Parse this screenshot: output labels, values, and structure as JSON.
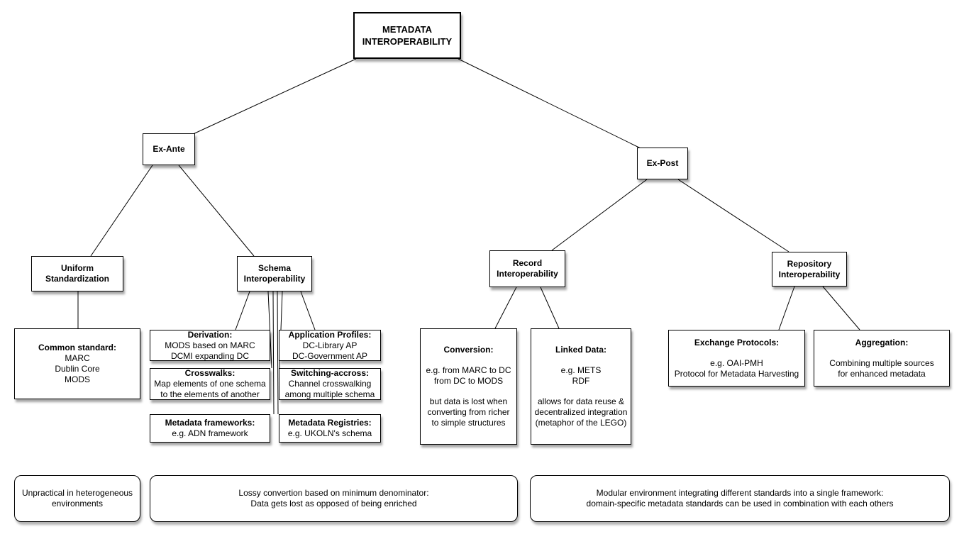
{
  "colors": {
    "line": "#000000",
    "box_fill": "#ffffff",
    "text": "#000000"
  },
  "nodes": {
    "root": {
      "lines": [
        "METADATA",
        "INTEROPERABILITY"
      ]
    },
    "ex_ante": {
      "lines": [
        "Ex-Ante"
      ]
    },
    "ex_post": {
      "lines": [
        "Ex-Post"
      ]
    },
    "uniform_standardization": {
      "lines": [
        "Uniform",
        "Standardization"
      ]
    },
    "schema_interoperability": {
      "lines": [
        "Schema",
        "Interoperability"
      ]
    },
    "record_interoperability": {
      "lines": [
        "Record",
        "Interoperability"
      ]
    },
    "repository_interoperability": {
      "lines": [
        "Repository",
        "Interoperability"
      ]
    },
    "common_standard": {
      "heading": "Common standard:",
      "body": [
        "MARC",
        "Dublin Core",
        "MODS"
      ]
    },
    "derivation": {
      "heading": "Derivation:",
      "body": [
        "MODS based on MARC",
        "DCMI expanding DC"
      ]
    },
    "application_profiles": {
      "heading": "Application Profiles:",
      "body": [
        "DC-Library AP",
        "DC-Government AP"
      ]
    },
    "crosswalks": {
      "heading": "Crosswalks:",
      "body": [
        "Map elements of one schema",
        "to the elements of another"
      ]
    },
    "switching_accross": {
      "heading": "Switching-accross:",
      "body": [
        "Channel crosswalking",
        "among multiple schema"
      ]
    },
    "metadata_frameworks": {
      "heading": "Metadata frameworks:",
      "body": [
        "e.g. ADN framework"
      ]
    },
    "metadata_registries": {
      "heading": "Metadata Registries:",
      "body": [
        "e.g. UKOLN's schema"
      ]
    },
    "conversion": {
      "heading": "Conversion:",
      "para1": [
        "e.g. from MARC to DC",
        "from DC to MODS"
      ],
      "para2": [
        "but data is lost when",
        "converting from richer",
        "to simple structures"
      ]
    },
    "linked_data": {
      "heading": "Linked Data:",
      "para1": [
        "e.g. METS",
        "RDF"
      ],
      "para2": [
        "allows for data reuse &",
        "decentralized integration",
        "(metaphor of the LEGO)"
      ]
    },
    "exchange_protocols": {
      "heading": "Exchange Protocols:",
      "body": [
        "e.g. OAI-PMH",
        "Protocol for Metadata Harvesting"
      ]
    },
    "aggregation": {
      "heading": "Aggregation:",
      "body": [
        "Combining multiple sources",
        "for enhanced metadata"
      ]
    }
  },
  "notes": {
    "ex_ante_note": {
      "lines": [
        "Unpractical in heterogeneous",
        "environments"
      ]
    },
    "schema_note": {
      "lines": [
        "Lossy convertion based on minimum denominator:",
        "Data gets lost as opposed of being enriched"
      ]
    },
    "ex_post_note": {
      "lines": [
        "Modular environment integrating different standards into a single framework:",
        "domain-specific metadata standards can be used in combination with each others"
      ]
    }
  }
}
